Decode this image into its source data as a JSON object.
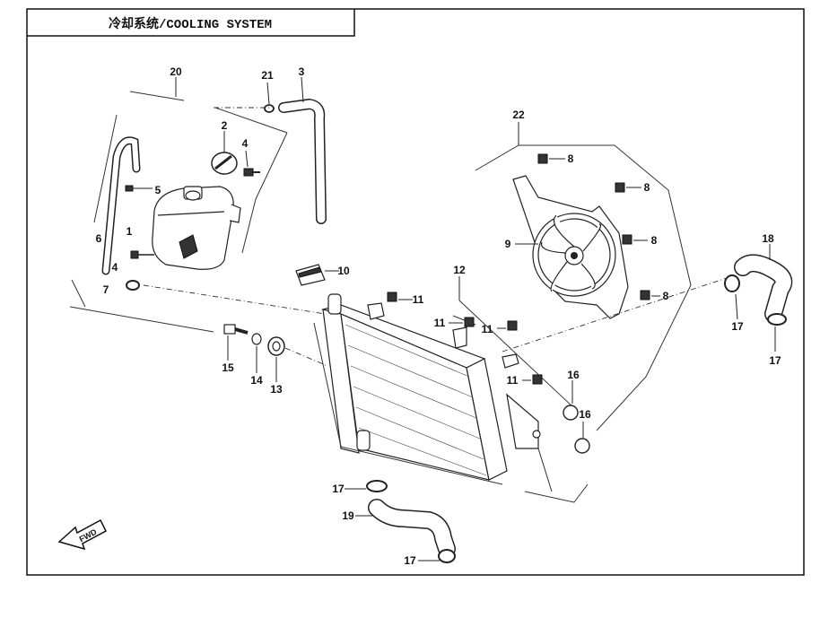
{
  "title": "冷却系统/COOLING SYSTEM",
  "fwd_label": "FWD",
  "callouts": {
    "c1": "1",
    "c2": "2",
    "c3": "3",
    "c4a": "4",
    "c4b": "4",
    "c5": "5",
    "c6": "6",
    "c7": "7",
    "c8a": "8",
    "c8b": "8",
    "c8c": "8",
    "c8d": "8",
    "c9": "9",
    "c10": "10",
    "c11a": "11",
    "c11b": "11",
    "c11c": "11",
    "c11d": "11",
    "c12": "12",
    "c13": "13",
    "c14": "14",
    "c15": "15",
    "c16a": "16",
    "c16b": "16",
    "c17a": "17",
    "c17b": "17",
    "c17c": "17",
    "c17d": "17",
    "c18": "18",
    "c19": "19",
    "c20": "20",
    "c21": "21",
    "c22": "22"
  }
}
